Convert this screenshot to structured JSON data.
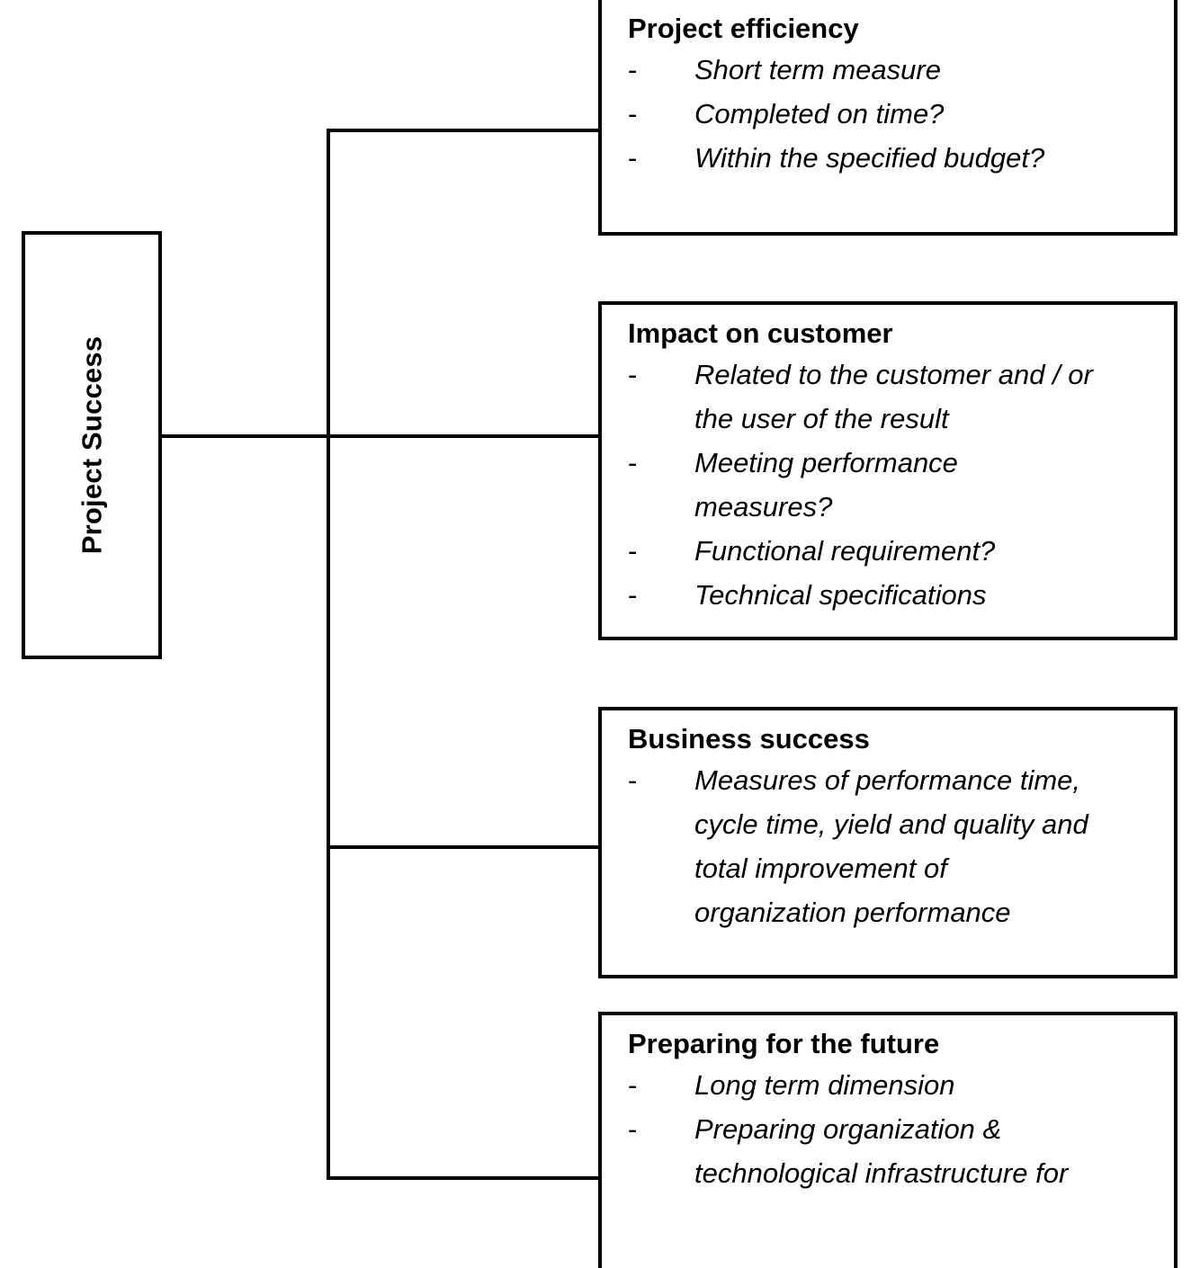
{
  "diagram": {
    "root": {
      "label": "Project Success"
    },
    "nodes": [
      {
        "title": "Project efficiency",
        "bullet_mark": "-",
        "bullets": [
          [
            "Short term measure"
          ],
          [
            "Completed on time?"
          ],
          [
            "Within the specified budget?"
          ]
        ]
      },
      {
        "title": "Impact on customer",
        "bullet_mark": "-",
        "bullets": [
          [
            "Related to the customer and / or",
            "the user of the result"
          ],
          [
            "Meeting performance",
            "measures?"
          ],
          [
            "Functional requirement?"
          ],
          [
            "Technical specifications"
          ]
        ]
      },
      {
        "title": "Business success",
        "bullet_mark": "-",
        "bullets": [
          [
            "Measures of performance time,",
            "cycle time, yield and quality and",
            "total improvement of",
            "organization performance"
          ]
        ]
      },
      {
        "title": "Preparing for the future",
        "bullet_mark": "-",
        "bullets": [
          [
            "Long term dimension"
          ],
          [
            "Preparing organization &",
            "technological infrastructure for"
          ]
        ]
      }
    ],
    "colors": {
      "stroke": "#000000",
      "background": "#ffffff",
      "text": "#000000"
    }
  }
}
